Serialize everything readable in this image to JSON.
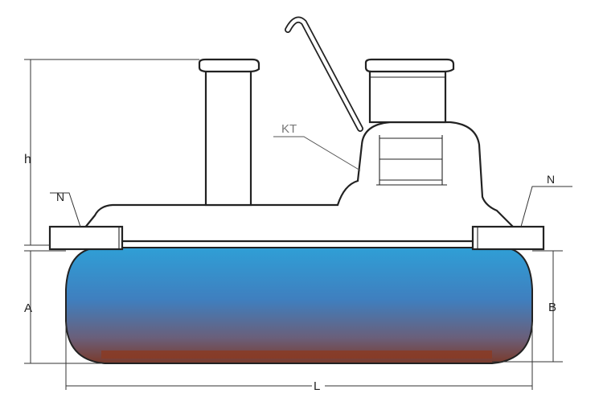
{
  "diagram": {
    "labels": {
      "h": "h",
      "A": "A",
      "B": "B",
      "L": "L",
      "N_left": "N",
      "N_right": "N",
      "KT": "KT"
    },
    "colors": {
      "liquid_top": "#2f9fd6",
      "liquid_mid": "#3f7fbf",
      "liquid_low": "#6a5f7a",
      "liquid_bottom": "#7a3a2a",
      "outline": "#222222"
    }
  }
}
